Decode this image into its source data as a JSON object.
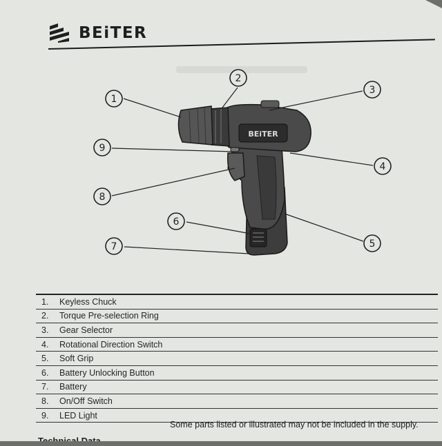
{
  "brand": {
    "name": "BEiTER",
    "logo_icon": "beiter-logo-icon"
  },
  "callouts": [
    "1",
    "2",
    "3",
    "4",
    "5",
    "6",
    "7",
    "8",
    "9"
  ],
  "drill_label": "BEiTER",
  "parts": [
    {
      "num": "1.",
      "name": "Keyless Chuck"
    },
    {
      "num": "2.",
      "name": "Torque Pre-selection Ring"
    },
    {
      "num": "3.",
      "name": "Gear Selector"
    },
    {
      "num": "4.",
      "name": "Rotational Direction Switch"
    },
    {
      "num": "5.",
      "name": "Soft Grip"
    },
    {
      "num": "6.",
      "name": "Battery Unlocking Button"
    },
    {
      "num": "7.",
      "name": "Battery"
    },
    {
      "num": "8.",
      "name": "On/Off Switch"
    },
    {
      "num": "9.",
      "name": "LED Light"
    }
  ],
  "note": "Some parts listed or illustrated may not be included in the supply.",
  "next_heading": "Technical Data",
  "colors": {
    "paper": "#e4e6e2",
    "ink": "#222222",
    "drill_body": "#4a4a4a",
    "backdrop": "#6d6f6a"
  }
}
